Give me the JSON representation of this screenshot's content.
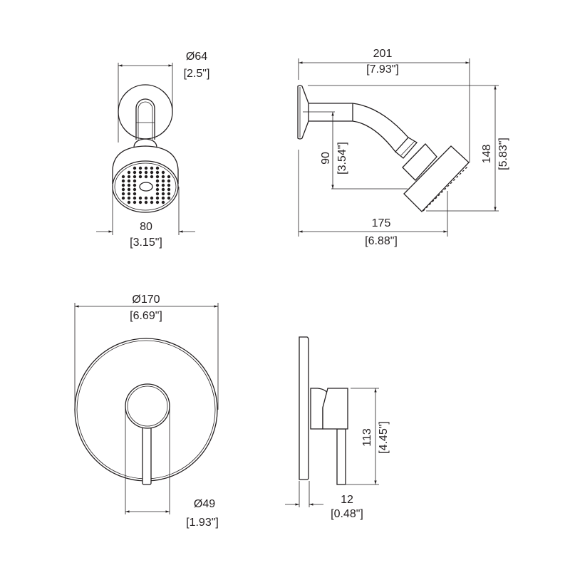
{
  "title": "Shower trim kit dimension drawing",
  "showerhead_front": {
    "diameter_mm": "Ø64",
    "diameter_in": "[2.5\"]",
    "width_mm": "80",
    "width_in": "[3.15\"]"
  },
  "showerhead_side": {
    "length_mm": "201",
    "length_in": "[7.93\"]",
    "height_mm": "148",
    "height_in": "[5.83\"]",
    "drop_mm": "90",
    "drop_in": "[3.54\"]",
    "reach_mm": "175",
    "reach_in": "[6.88\"]"
  },
  "valve_front": {
    "plate_diameter_mm": "Ø170",
    "plate_diameter_in": "[6.69\"]",
    "handle_diameter_mm": "Ø49",
    "handle_diameter_in": "[1.93\"]"
  },
  "valve_side": {
    "height_mm": "113",
    "height_in": "[4.45\"]",
    "plate_depth_mm": "12",
    "plate_depth_in": "[0.48\"]"
  },
  "colors": {
    "line": "#231f20",
    "background": "#ffffff"
  }
}
